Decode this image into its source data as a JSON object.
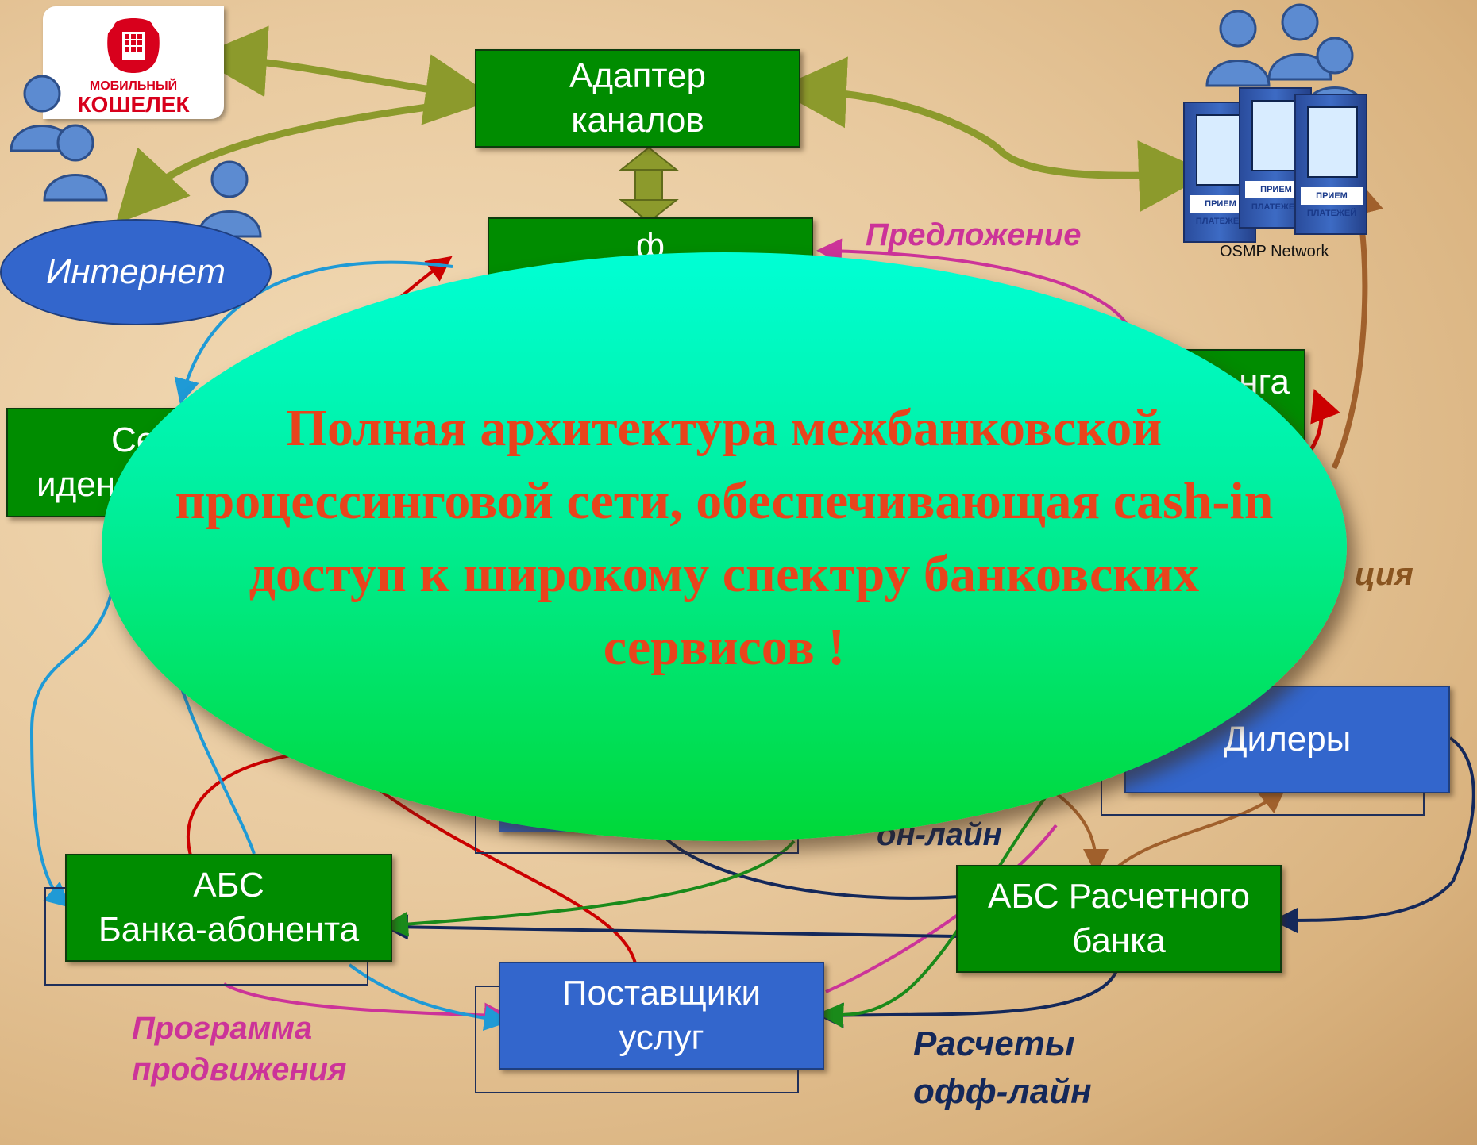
{
  "nodes": {
    "adapter": [
      "Адаптер",
      "каналов"
    ],
    "top_partial": "ф",
    "right_partial": "нга",
    "left_partial": [
      "Се",
      "иден"
    ],
    "dealers": "Дилеры",
    "abs_bank": [
      "АБС",
      "Банка-абонента"
    ],
    "abs_settlement": [
      "АБС Расчетного",
      "банка"
    ],
    "suppliers": [
      "Поставщики",
      "услуг"
    ],
    "internet": "Интернет",
    "osmp": "OSMP Network"
  },
  "labels": {
    "offer": "Предложение",
    "promo": [
      "Программа",
      "продвижения"
    ],
    "settlements_offline": [
      "Расчеты",
      "офф-лайн"
    ],
    "online": "он-лайн",
    "incasso_partial": "ция"
  },
  "logo": {
    "line1": "МОБИЛЬНЫЙ",
    "line2": "КОШЕЛЕК"
  },
  "kiosk_sign": "ПРИЕМ ПЛАТЕЖЕЙ",
  "banner": {
    "text": "Полная архитектура межбанковской процессинговой сети, обеспечивающая cash-in доступ к широкому спектру банковских сервисов !"
  },
  "colors": {
    "node_green": "#008c00",
    "node_blue": "#3366cc",
    "banner_text": "#e8441c",
    "arrow_olive": "#8c9a2c",
    "arrow_magenta": "#cc3399",
    "arrow_red": "#cc0000",
    "arrow_cyan": "#1f9ad6",
    "arrow_navy": "#14285a",
    "arrow_brown": "#a0602c",
    "arrow_green": "#1a8a1a"
  }
}
